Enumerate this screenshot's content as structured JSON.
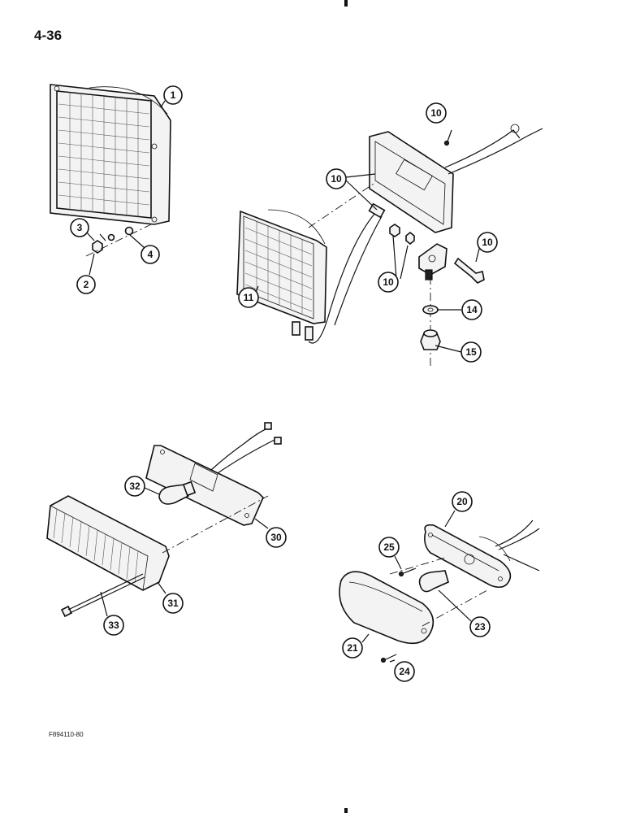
{
  "page": {
    "number": "4-36",
    "figure_code": "F894110-80"
  },
  "callouts": {
    "c1": "1",
    "c2": "2",
    "c3": "3",
    "c4": "4",
    "c10a": "10",
    "c10b": "10",
    "c10c": "10",
    "c10d": "10",
    "c11": "11",
    "c14": "14",
    "c15": "15",
    "c20": "20",
    "c21": "21",
    "c23": "23",
    "c24": "24",
    "c25": "25",
    "c30": "30",
    "c31": "31",
    "c32": "32",
    "c33": "33"
  }
}
